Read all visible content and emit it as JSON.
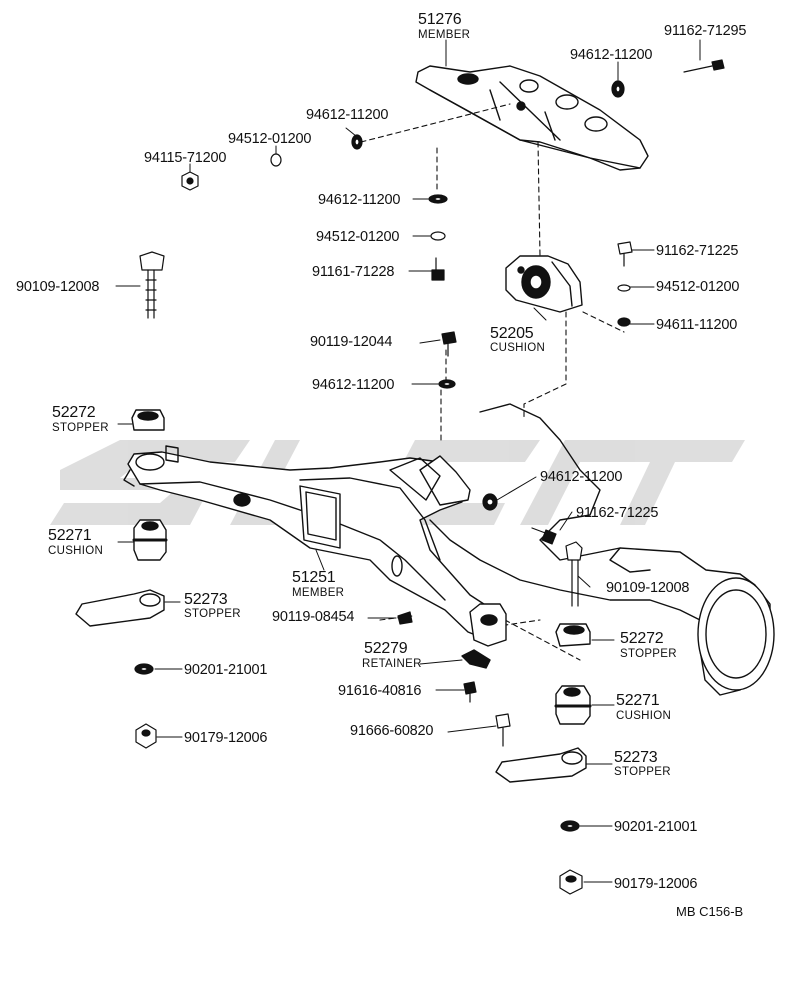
{
  "colors": {
    "ink": "#111111",
    "watermark": "#d6d6d6",
    "paper": "#ffffff"
  },
  "figure_code": "MB C156-B",
  "watermark_text": "",
  "parts": {
    "member_top": {
      "number": "51276",
      "name": "MEMBER"
    },
    "member_main": {
      "number": "51251",
      "name": "MEMBER"
    },
    "cushion_mount": {
      "number": "52205",
      "name": "CUSHION"
    },
    "stopper_l_top": {
      "number": "52272",
      "name": "STOPPER"
    },
    "cushion_l": {
      "number": "52271",
      "name": "CUSHION"
    },
    "stopper_l_bottom": {
      "number": "52273",
      "name": "STOPPER"
    },
    "retainer": {
      "number": "52279",
      "name": "RETAINER"
    },
    "stopper_r_top": {
      "number": "52272",
      "name": "STOPPER"
    },
    "cushion_r": {
      "number": "52271",
      "name": "CUSHION"
    },
    "stopper_r_bottom": {
      "number": "52273",
      "name": "STOPPER"
    }
  },
  "hardware": {
    "bolt_91162_71295": "91162-71295",
    "washer_94612_a": "94612-11200",
    "washer_94612_b": "94612-11200",
    "washer_94512_a": "94512-01200",
    "nut_94115": "94115-71200",
    "washer_94612_c": "94612-11200",
    "washer_94512_b": "94512-01200",
    "bolt_91161": "91161-71228",
    "bolt_90109_l": "90109-12008",
    "bolt_91162_71225_a": "91162-71225",
    "washer_94512_c": "94512-01200",
    "washer_94611": "94611-11200",
    "bolt_90119_12044": "90119-12044",
    "washer_94612_d": "94612-11200",
    "washer_94612_e": "94612-11200",
    "bolt_91162_71225_b": "91162-71225",
    "bolt_90109_r": "90109-12008",
    "bolt_90119_08454": "90119-08454",
    "washer_90201_l": "90201-21001",
    "nut_90179_l": "90179-12006",
    "bolt_91616": "91616-40816",
    "bolt_91666": "91666-60820",
    "washer_90201_r": "90201-21001",
    "nut_90179_r": "90179-12006"
  }
}
